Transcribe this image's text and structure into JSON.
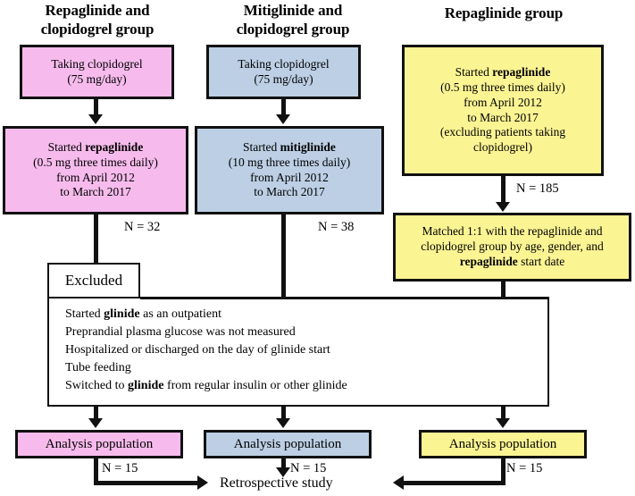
{
  "headers": [
    {
      "line1": "Repaglinide and",
      "line2": "clopidogrel group"
    },
    {
      "line1": "Mitiglinide and",
      "line2": "clopidogrel group"
    },
    {
      "line1": "Repaglinide group",
      "line2": ""
    }
  ],
  "boxes": {
    "clopidogrel_pink": {
      "line1": "Taking clopidogrel",
      "line2": "(75 mg/day)"
    },
    "clopidogrel_blue": {
      "line1": "Taking clopidogrel",
      "line2": "(75 mg/day)"
    },
    "started_repaglinide": {
      "prefix": "Started ",
      "drug": "repaglinide",
      "dose": "(0.5 mg three times daily)",
      "from": "from April 2012",
      "to": "to March 2017"
    },
    "started_mitiglinide": {
      "prefix": "Started ",
      "drug": "mitiglinide",
      "dose": "(10 mg three times daily)",
      "from": "from April 2012",
      "to": "to March 2017"
    },
    "started_repaglinide_only": {
      "prefix": "Started ",
      "drug": "repaglinide",
      "dose": "(0.5 mg three times daily)",
      "from": "from April 2012",
      "to": "to March 2017",
      "excl1": "(excluding patients taking",
      "excl2": "clopidogrel)"
    },
    "matched": {
      "line1": "Matched 1:1 with the repaglinide and",
      "line2": "clopidogrel group by age, gender, and",
      "line3_bold": "repaglinide",
      "line3_rest": " start date"
    },
    "excluded_label": "Excluded",
    "criteria": [
      {
        "pre": "Started ",
        "bold": "glinide",
        "post": " as an outpatient"
      },
      {
        "pre": "Preprandial plasma glucose was not measured",
        "bold": "",
        "post": ""
      },
      {
        "pre": "Hospitalized or discharged on the day of glinide start",
        "bold": "",
        "post": ""
      },
      {
        "pre": "Tube feeding",
        "bold": "",
        "post": ""
      },
      {
        "pre": "Switched to ",
        "bold": "glinide",
        "post": " from regular insulin or other glinide"
      }
    ],
    "analysis_pink": "Analysis population",
    "analysis_blue": "Analysis population",
    "analysis_yellow": "Analysis population"
  },
  "counts": {
    "n_repaglinide_clopidogrel": "N = 32",
    "n_mitiglinide_clopidogrel": "N = 38",
    "n_repaglinide_only": "N = 185",
    "n_analysis_pink": "N = 15",
    "n_analysis_blue": "N = 15",
    "n_analysis_yellow": "N = 15"
  },
  "final": {
    "label": "Retrospective study"
  },
  "colors": {
    "pink": "#f6bbec",
    "blue": "#bccfe4",
    "yellow": "#fbf493",
    "outline": "#111111",
    "background": "#ffffff"
  }
}
